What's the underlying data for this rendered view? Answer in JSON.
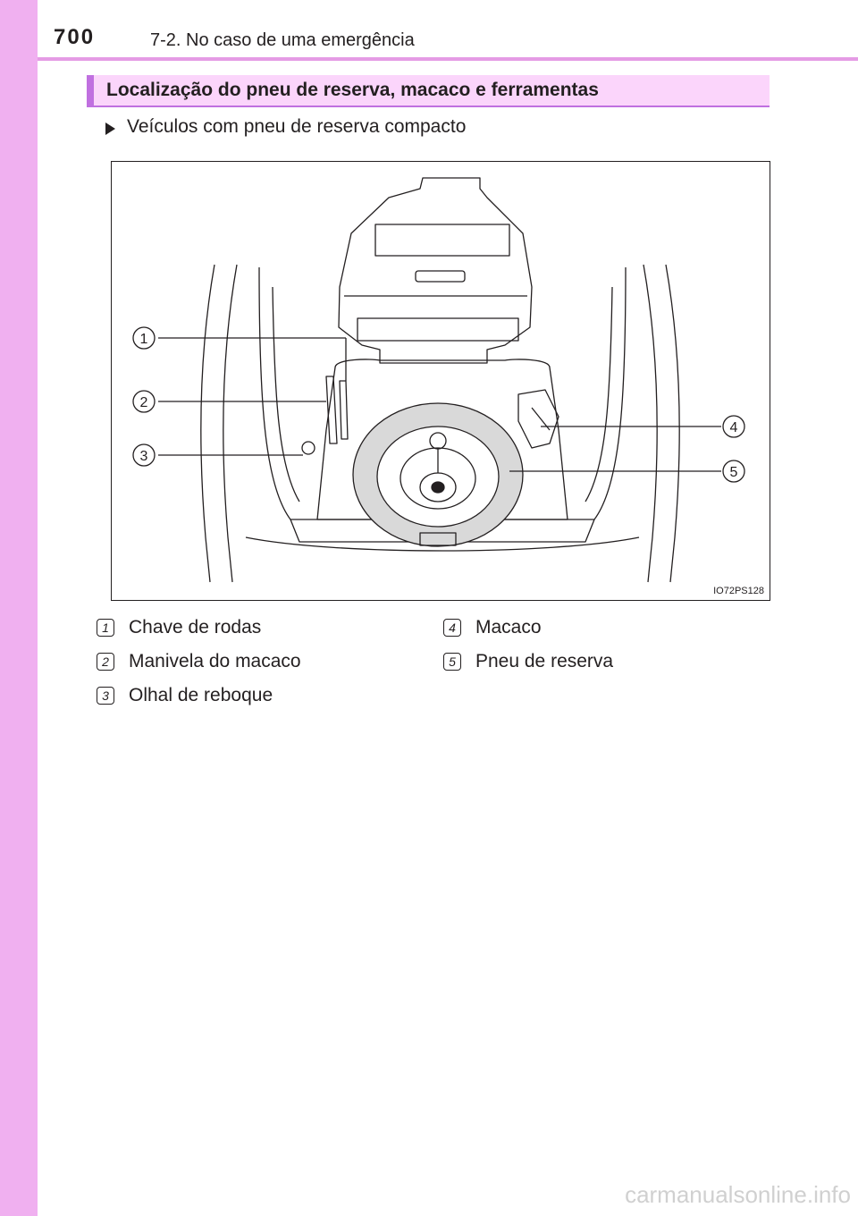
{
  "header": {
    "page_number": "700",
    "chapter": "7-2. No caso de uma emergência"
  },
  "section": {
    "title": "Localização do pneu de reserva, macaco e ferramentas",
    "subheading": "Veículos com pneu de reserva compacto"
  },
  "figure": {
    "code": "IO72PS128",
    "callouts": [
      "1",
      "2",
      "3",
      "4",
      "5"
    ]
  },
  "legend": [
    {
      "num": "1",
      "label": "Chave de rodas"
    },
    {
      "num": "2",
      "label": "Manivela do macaco"
    },
    {
      "num": "3",
      "label": "Olhal de reboque"
    },
    {
      "num": "4",
      "label": "Macaco"
    },
    {
      "num": "5",
      "label": "Pneu de reserva"
    }
  ],
  "watermark": "carmanualsonline.info",
  "colors": {
    "side_tab": "#f0b0f0",
    "section_fill": "#fbd5fb",
    "section_accent": "#c070e0",
    "tire_fill": "#d9d9d9"
  }
}
